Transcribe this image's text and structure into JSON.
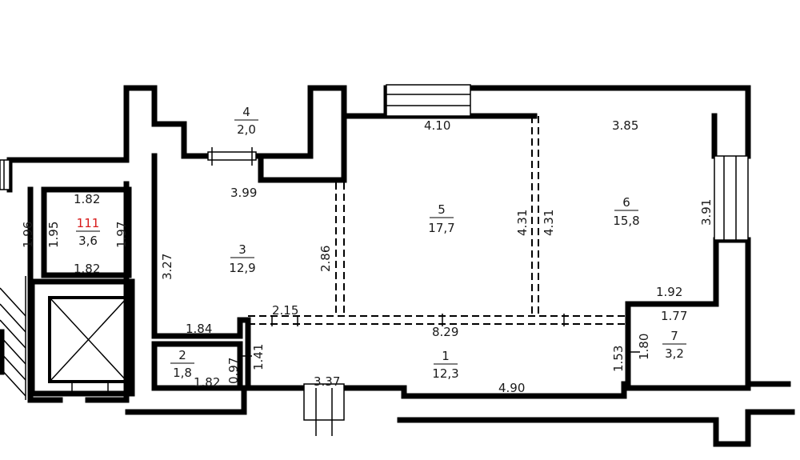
{
  "rooms": [
    {
      "number": "4",
      "area": "2,0"
    },
    {
      "number": "111",
      "area": "3,6",
      "number_color": "#d81b1b"
    },
    {
      "number": "3",
      "area": "12,9"
    },
    {
      "number": "5",
      "area": "17,7"
    },
    {
      "number": "6",
      "area": "15,8"
    },
    {
      "number": "2",
      "area": "1,8"
    },
    {
      "number": "1",
      "area": "12,3"
    },
    {
      "number": "7",
      "area": "3,2"
    }
  ],
  "dimensions": {
    "d_410": "4.10",
    "d_385": "3.85",
    "d_399": "3.99",
    "d_182_top": "1.82",
    "d_182_bottom": "1.82",
    "d_196": "1.96",
    "d_195": "1.95",
    "d_197": "1.97",
    "d_327": "3.27",
    "d_286": "2.86",
    "d_431_left": "4.31",
    "d_431_right": "4.31",
    "d_391": "3.91",
    "d_192": "1.92",
    "d_177": "1.77",
    "d_215": "2.15",
    "d_184": "1.84",
    "d_829": "8.29",
    "d_097": "0.97",
    "d_141": "1.41",
    "d_182_room2": "1.82",
    "d_153": "1.53",
    "d_180": "1.80",
    "d_337": "3.37",
    "d_490": "4.90"
  }
}
